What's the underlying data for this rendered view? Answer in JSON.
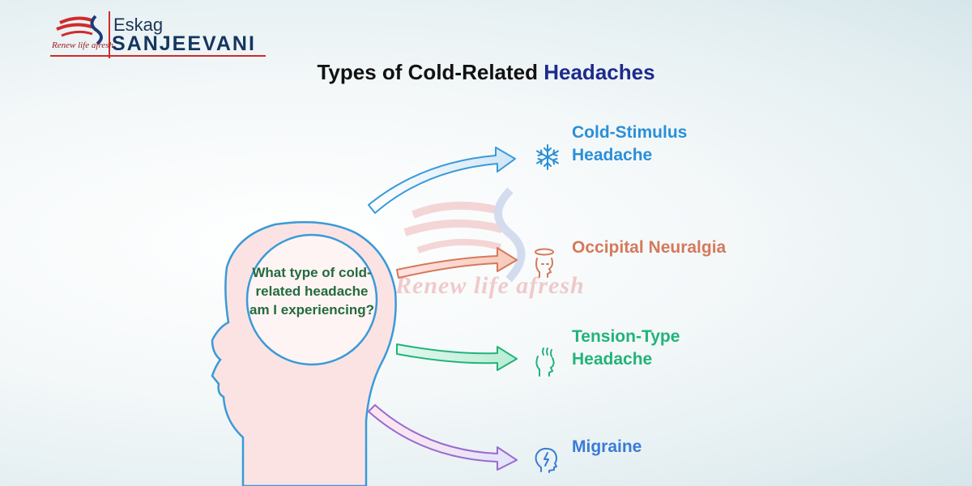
{
  "logo": {
    "brand": "Eskag",
    "name": "SANJEEVANI",
    "tagline": "Renew life afresh"
  },
  "title": {
    "part1": "Types of Cold-Related",
    "part2": "Headaches"
  },
  "center_question": "What type of cold-related headache am I experiencing?",
  "watermark_text": "Renew life afresh",
  "types": [
    {
      "label_line1": "Cold-Stimulus",
      "label_line2": "Headache",
      "icon": "snowflake-icon",
      "color": "#2a8fd8"
    },
    {
      "label_line1": "Occipital Neuralgia",
      "label_line2": "",
      "icon": "head-pain-icon",
      "color": "#d5795b"
    },
    {
      "label_line1": "Tension-Type",
      "label_line2": "Headache",
      "icon": "tension-icon",
      "color": "#22b37a"
    },
    {
      "label_line1": "Migraine",
      "label_line2": "",
      "icon": "migraine-head-icon",
      "color": "#3a7bd5"
    }
  ]
}
